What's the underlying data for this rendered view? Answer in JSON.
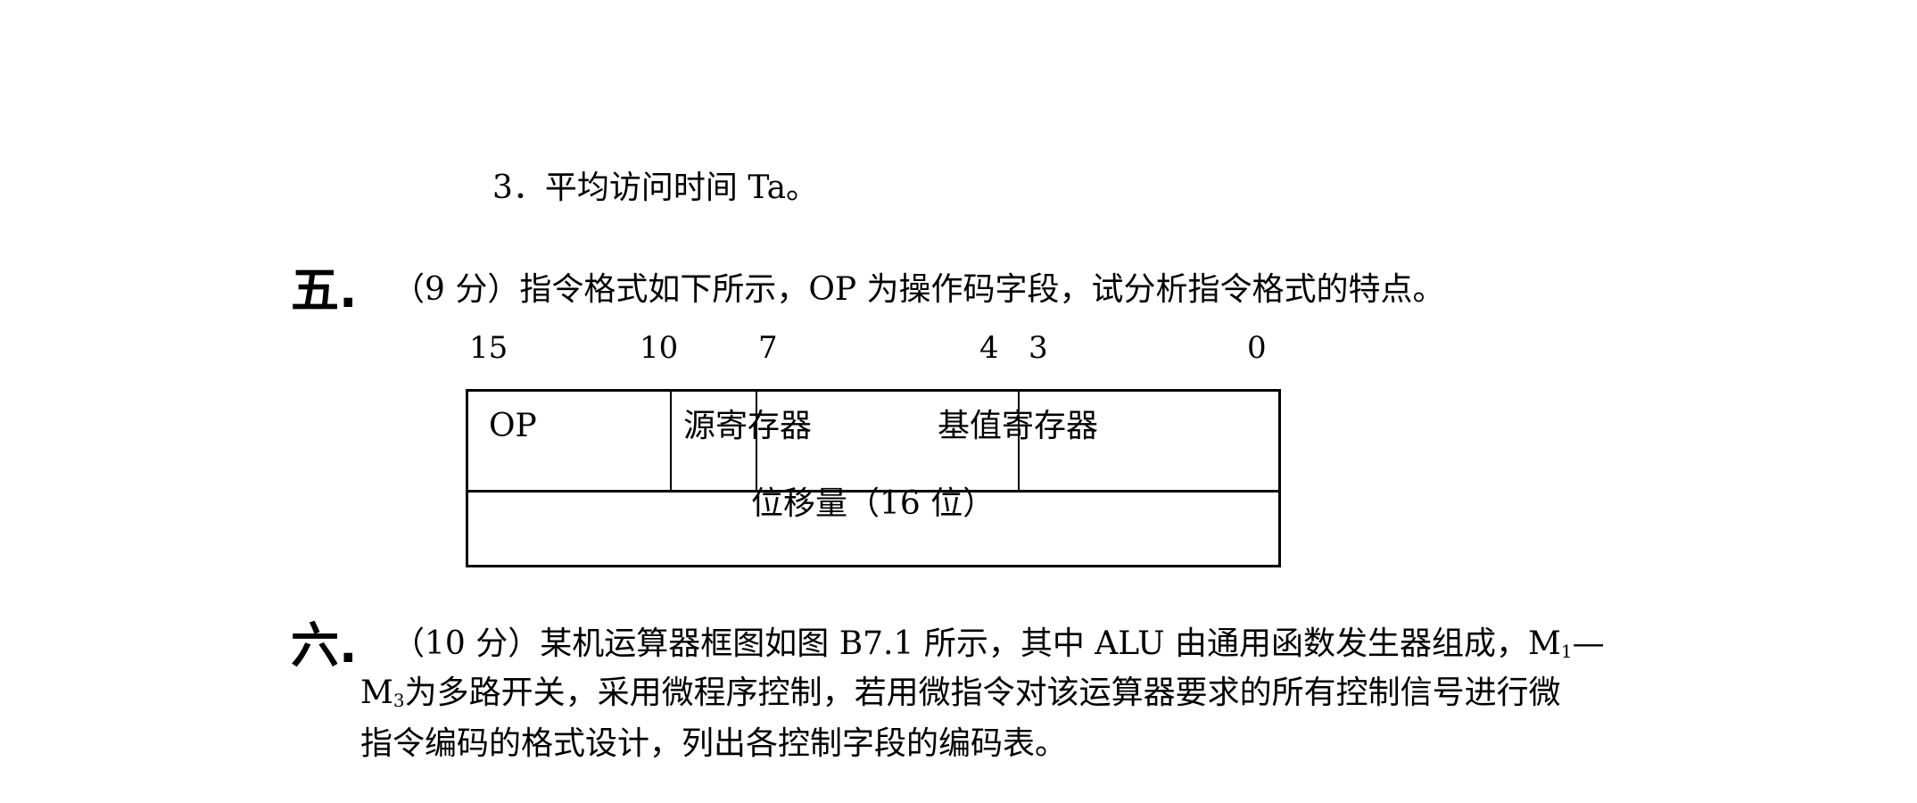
{
  "item3": {
    "text": "3．平均访问时间 Ta。"
  },
  "q5": {
    "number": "五.",
    "text": "（9 分）指令格式如下所示，OP 为操作码字段，试分析指令格式的特点。",
    "bit_labels": [
      "15",
      "10",
      "7",
      "4",
      "3",
      "0"
    ],
    "fields": {
      "op": "OP",
      "source_register": "源寄存器",
      "base_register": "基值寄存器",
      "displacement": "位移量（16 位）"
    }
  },
  "q6": {
    "number": "六.",
    "line1_a": "（10 分）某机运算器框图如图 B7.1 所示，其中 ALU 由通用函数发生器组成，M",
    "line1_sub": "1",
    "line1_b": "—",
    "line2_a": "M",
    "line2_sub": "3",
    "line2_b": "为多路开关，采用微程序控制，若用微指令对该运算器要求的所有控制信号进行微",
    "line3": "指令编码的格式设计，列出各控制字段的编码表。"
  }
}
